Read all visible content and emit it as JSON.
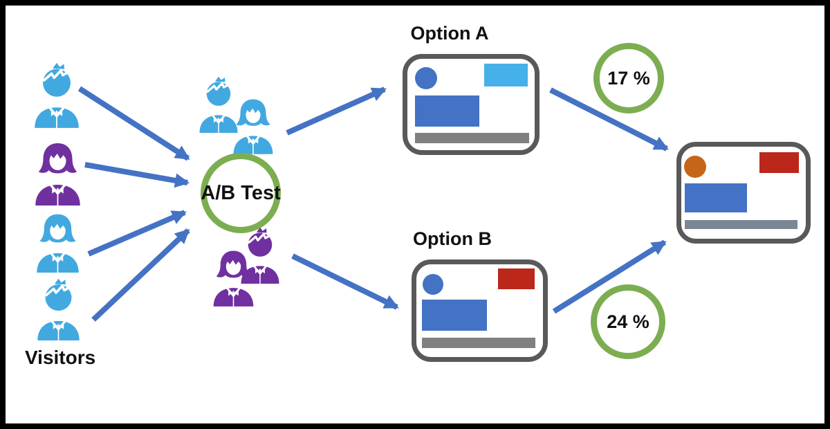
{
  "labels": {
    "visitors": "Visitors",
    "hub": "A/B Test",
    "option_a": "Option A",
    "option_b": "Option B",
    "conversion_a": "17 %",
    "conversion_b": "24 %"
  },
  "visitors": [
    {
      "icon": "male-person-icon",
      "color": "blue"
    },
    {
      "icon": "female-person-icon",
      "color": "purple"
    },
    {
      "icon": "female-person-icon",
      "color": "blue"
    },
    {
      "icon": "male-person-icon",
      "color": "blue"
    }
  ],
  "groups": {
    "group_a": {
      "color": "blue",
      "members": [
        "male-person-icon",
        "female-person-icon"
      ],
      "routed_to": "Option A"
    },
    "group_b": {
      "color": "purple",
      "members": [
        "male-person-icon",
        "female-person-icon"
      ],
      "routed_to": "Option B"
    }
  },
  "cards": {
    "option_a": {
      "title": "Option A",
      "shapes": [
        "blue-logo-circle",
        "light-blue-banner",
        "blue-content-block",
        "gray-footer-bar"
      ],
      "conversion": "17 %"
    },
    "option_b": {
      "title": "Option B",
      "shapes": [
        "blue-logo-circle",
        "red-banner",
        "blue-content-block",
        "gray-footer-bar"
      ],
      "conversion": "24 %"
    },
    "result": {
      "shapes": [
        "orange-logo-circle",
        "red-banner",
        "blue-content-block",
        "gray-footer-bar"
      ]
    }
  },
  "colors": {
    "arrow": "#4472C4",
    "ring": "#7CAE51",
    "person-blue": "#41A9E0",
    "person-purple": "#7030A0",
    "card-border": "#595959",
    "shape-blue": "#4472C4",
    "shape-light-blue": "#45B1E8",
    "shape-red": "#BB271B",
    "shape-orange": "#C4651A",
    "shape-gray": "#808080",
    "shape-gray-blue": "#7B8794",
    "frame": "#000000",
    "text": "#111111"
  }
}
